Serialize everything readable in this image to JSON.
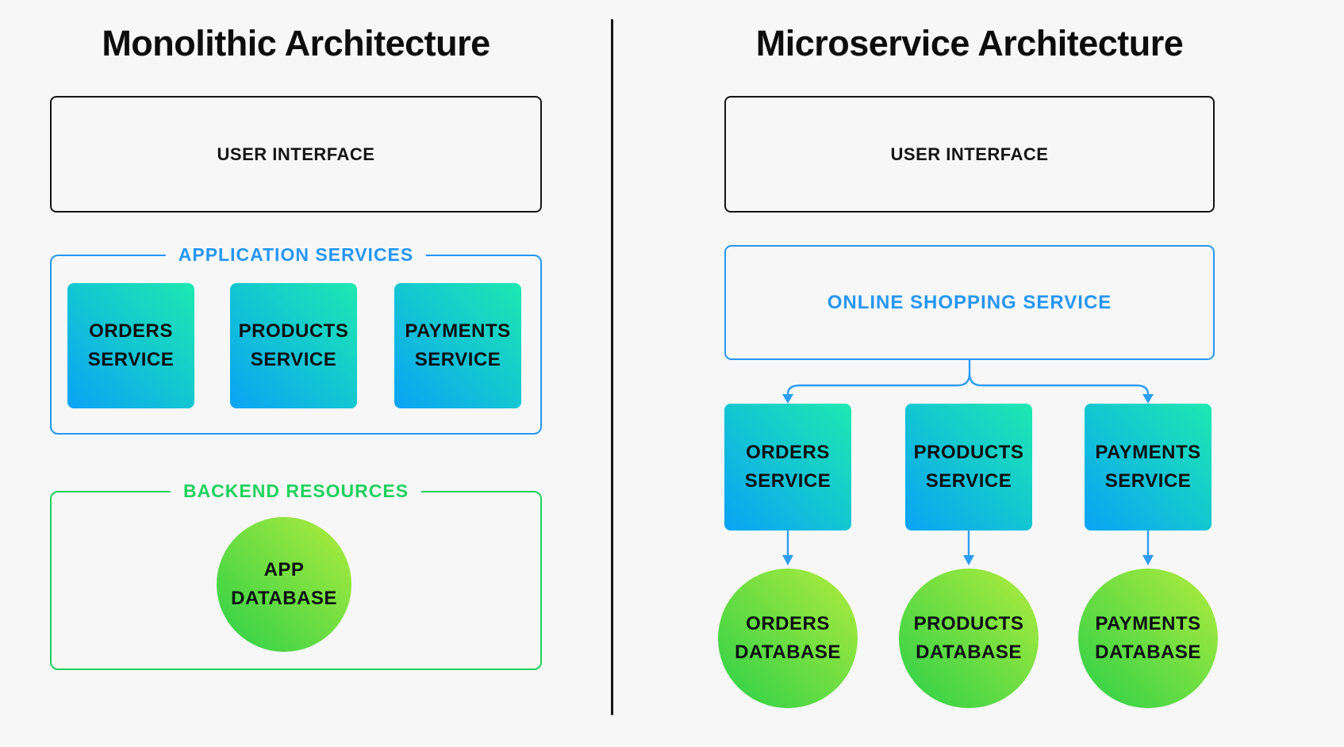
{
  "palette": {
    "background": "#f7f7f8",
    "accent_blue": "#2596f2",
    "accent_green": "#1fd15c",
    "outline_black": "#141414",
    "service_gradient_start": "#1de9b0",
    "service_gradient_end": "#0aa3f4",
    "database_gradient_start": "#b2ec3d",
    "database_gradient_end": "#2bcf49"
  },
  "left_panel": {
    "title": "Monolithic Architecture",
    "user_interface_label": "USER INTERFACE",
    "application_services": {
      "label": "APPLICATION SERVICES",
      "services": [
        {
          "label": "ORDERS\nSERVICE"
        },
        {
          "label": "PRODUCTS\nSERVICE"
        },
        {
          "label": "PAYMENTS\nSERVICE"
        }
      ]
    },
    "backend_resources": {
      "label": "BACKEND RESOURCES",
      "database_label": "APP\nDATABASE"
    }
  },
  "right_panel": {
    "title": "Microservice Architecture",
    "user_interface_label": "USER INTERFACE",
    "gateway_label": "ONLINE SHOPPING SERVICE",
    "services": [
      {
        "label": "ORDERS\nSERVICE",
        "database_label": "ORDERS\nDATABASE"
      },
      {
        "label": "PRODUCTS\nSERVICE",
        "database_label": "PRODUCTS\nDATABASE"
      },
      {
        "label": "PAYMENTS\nSERVICE",
        "database_label": "PAYMENTS\nDATABASE"
      }
    ]
  }
}
